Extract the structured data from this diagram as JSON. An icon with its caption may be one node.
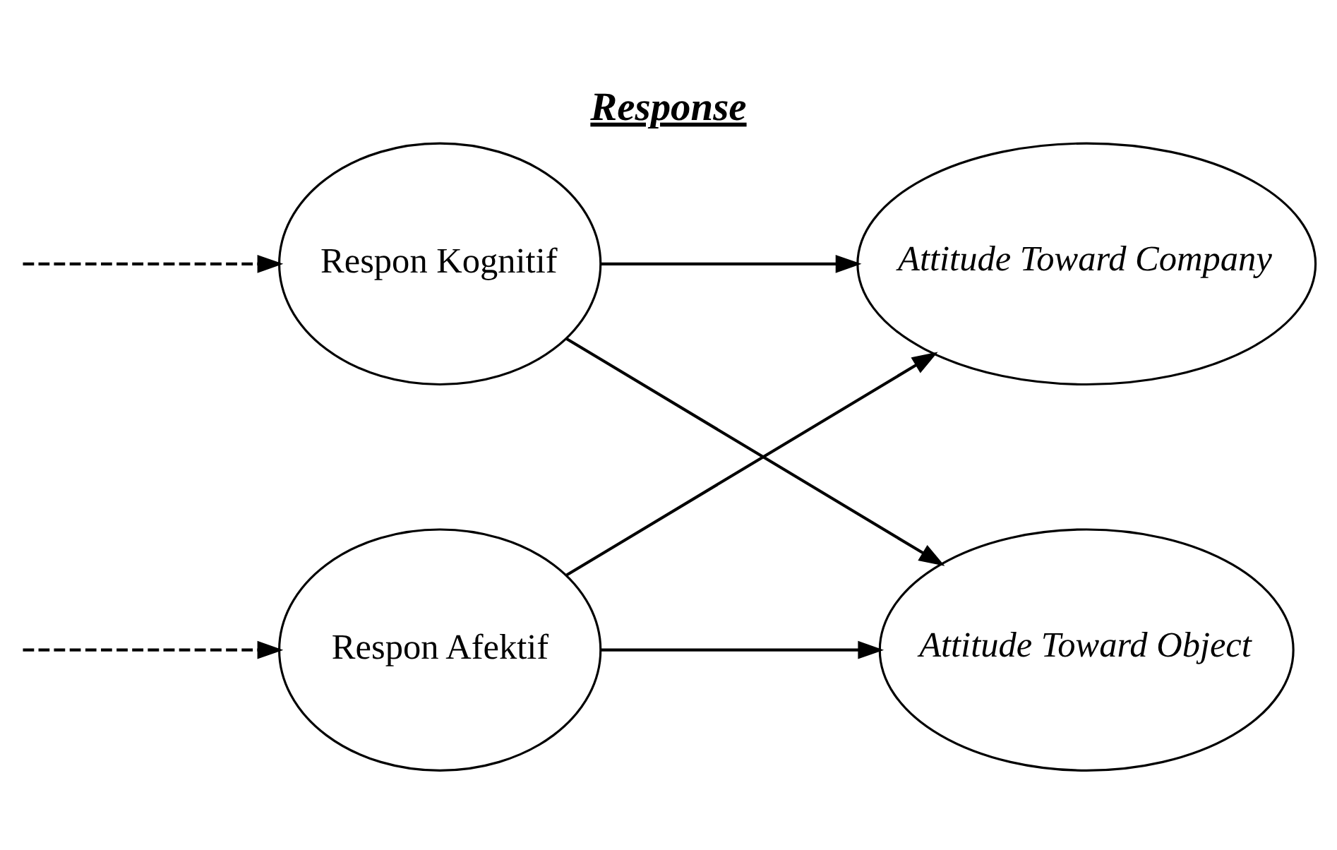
{
  "diagram": {
    "title": "Response",
    "nodes": [
      {
        "text": [
          "Respon Kognitif"
        ]
      },
      {
        "text": [
          "Attitude Toward Company"
        ]
      },
      {
        "text": [
          "Respon Afektif"
        ]
      },
      {
        "text": [
          "Attitude Toward Object"
        ]
      }
    ],
    "edges": [
      {
        "from": null,
        "to": 0,
        "arrow": "to",
        "style": "dashed"
      },
      {
        "from": null,
        "to": 2,
        "arrow": "to",
        "style": "dashed"
      },
      {
        "from": 0,
        "to": 1,
        "arrow": "to"
      },
      {
        "from": 0,
        "to": 3,
        "arrow": "to"
      },
      {
        "from": 2,
        "to": 1,
        "arrow": "to"
      },
      {
        "from": 2,
        "to": 3,
        "arrow": "to"
      }
    ]
  }
}
